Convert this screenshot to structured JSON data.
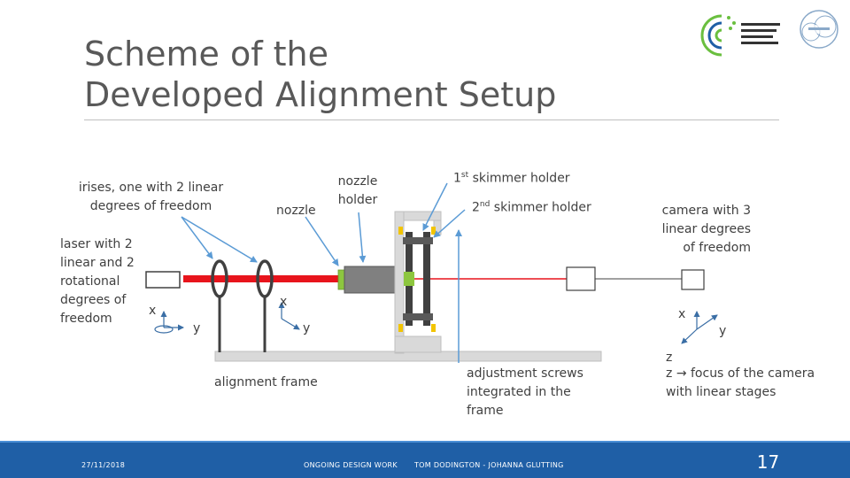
{
  "slide": {
    "title_line1": "Scheme of the",
    "title_line2": "Developed Alignment Setup",
    "page_number": "17"
  },
  "labels": {
    "irises": "irises, one with 2 linear degrees of freedom",
    "laser": "laser with 2 linear and 2 rotational degrees of freedom",
    "nozzle": "nozzle",
    "nozzle_holder": "nozzle holder",
    "skimmer1_pre": "1",
    "skimmer1_sup": "st",
    "skimmer1_post": " skimmer holder",
    "skimmer2_pre": "2",
    "skimmer2_sup": "nd",
    "skimmer2_post": " skimmer holder",
    "camera": "camera with 3 linear degrees of freedom",
    "alignment_frame": "alignment frame",
    "adjustment_screws": "adjustment screws integrated in the frame",
    "z_axis": "z",
    "z_focus_pre": "z ",
    "z_focus_post": " focus of the camera with linear stages",
    "axis_x1": "x",
    "axis_y1": "y",
    "axis_x2": "x",
    "axis_y2": "y",
    "axis_x3": "x",
    "axis_y3": "y"
  },
  "footer": {
    "date": "27/11/2018",
    "center": "ONGOING DESIGN WORK",
    "authors": "TOM DODINGTON - JOHANNA GLUTTING"
  },
  "colors": {
    "laser_beam": "#e8141c",
    "label_arrow": "#5b9bd5",
    "footer": "#1f5fa6",
    "holder_green": "#8dc63f",
    "screw_yellow": "#f2c400",
    "frame_gray": "#d9d9d9",
    "nozzle_body": "#808080"
  },
  "icons": {
    "logo_left": "hochschule-logo-icon",
    "logo_right": "cern-logo-icon"
  }
}
